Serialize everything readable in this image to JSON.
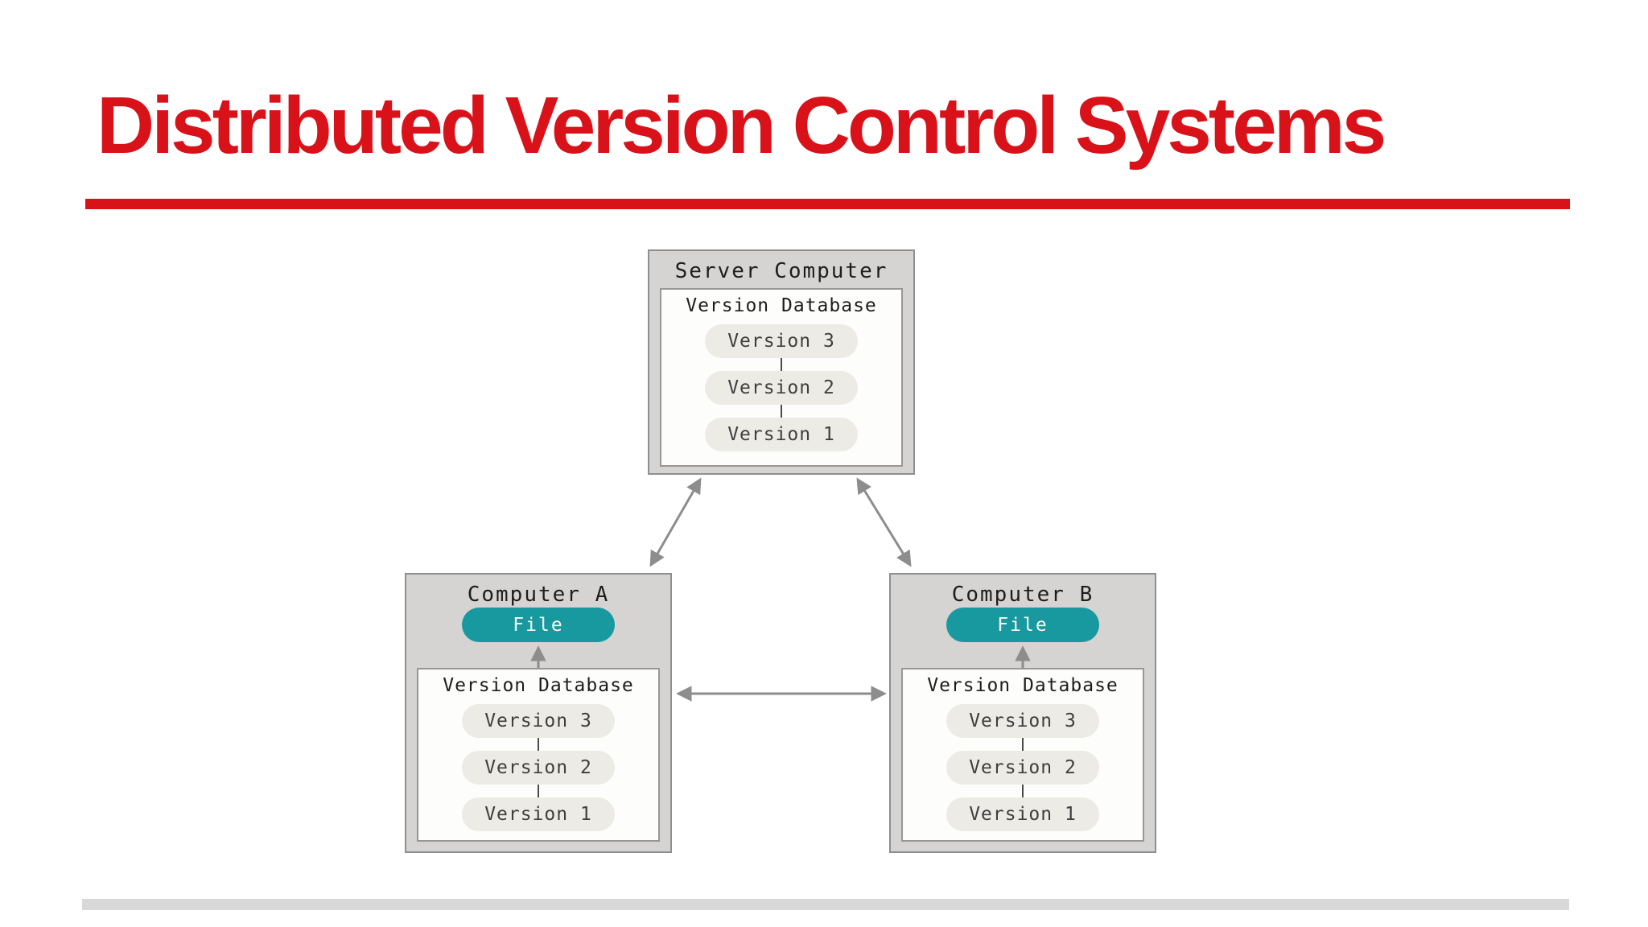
{
  "slide": {
    "title": "Distributed Version Control Systems"
  },
  "diagram": {
    "server": {
      "title": "Server Computer",
      "database": {
        "title": "Version Database",
        "versions": [
          "Version 3",
          "Version 2",
          "Version 1"
        ]
      }
    },
    "computer_a": {
      "title": "Computer A",
      "file_label": "File",
      "database": {
        "title": "Version Database",
        "versions": [
          "Version 3",
          "Version 2",
          "Version 1"
        ]
      }
    },
    "computer_b": {
      "title": "Computer B",
      "file_label": "File",
      "database": {
        "title": "Version Database",
        "versions": [
          "Version 3",
          "Version 2",
          "Version 1"
        ]
      }
    }
  },
  "colors": {
    "title_red": "#d9121a",
    "file_pill_teal": "#1899a0",
    "node_fill_gray": "#d5d4d2",
    "node_border_gray": "#8f8f8f",
    "pill_fill": "#ecebe5",
    "arrow_gray": "#8d8d8d",
    "bottom_rule_gray": "#d8d8d8"
  }
}
